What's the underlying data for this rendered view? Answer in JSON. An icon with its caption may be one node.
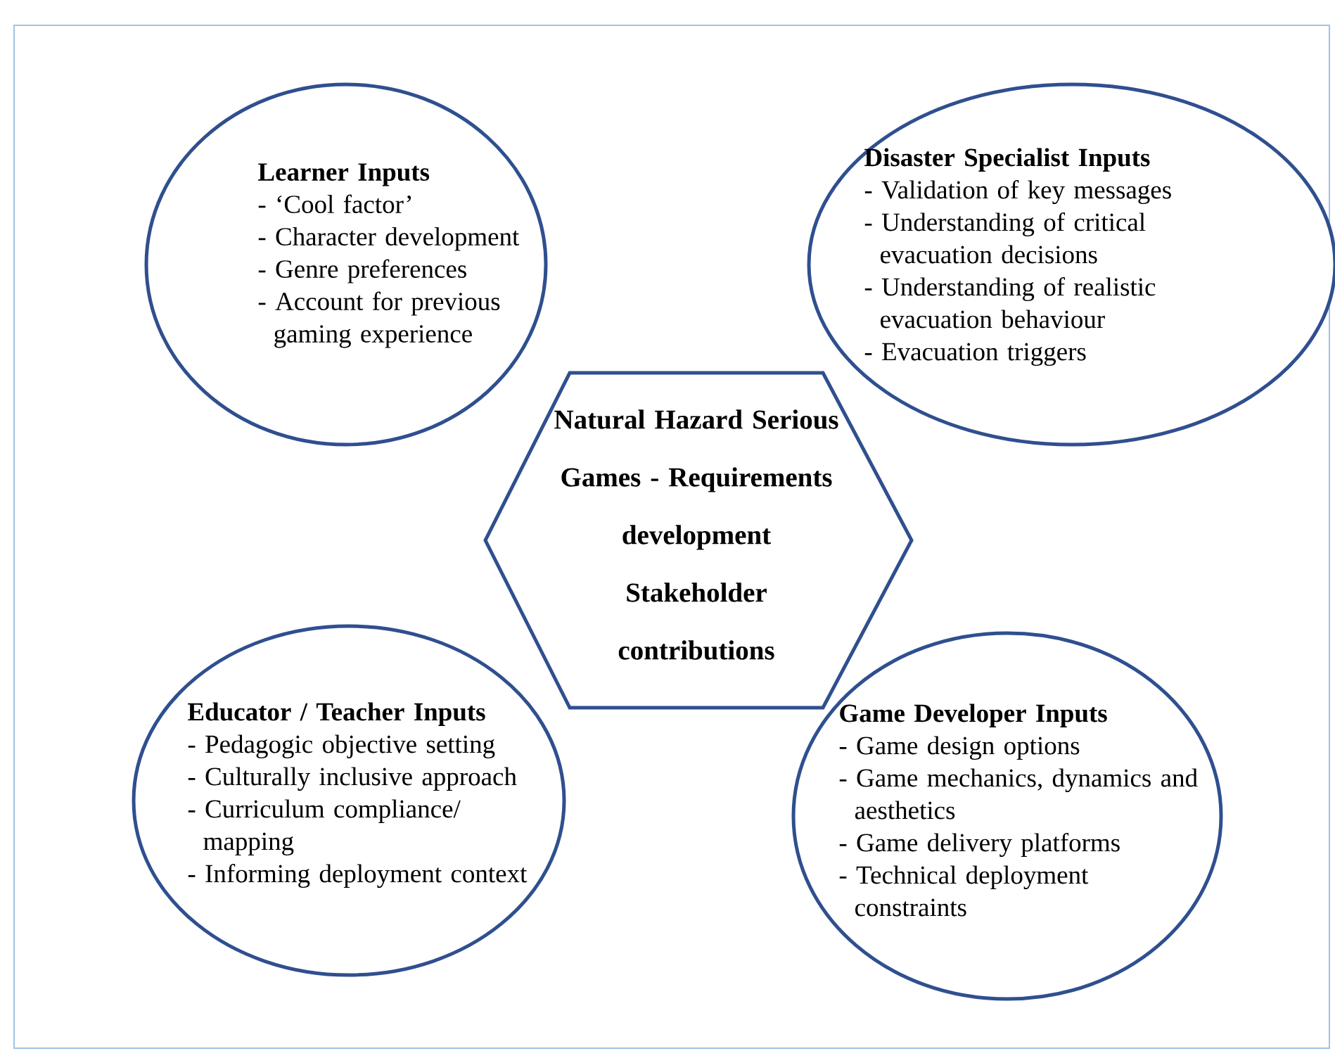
{
  "diagram": {
    "nodes": [
      {
        "text": [
          "Natural Hazard Serious Games - Requirements development Stakeholder contributions"
        ]
      },
      {
        "text": [
          "Learner Inputs",
          "- ‘Cool factor’",
          "- Character development",
          "- Genre preferences",
          "- Account for previous gaming experience"
        ]
      },
      {
        "text": [
          "Disaster Specialist Inputs",
          "- Validation of key messages",
          "- Understanding of critical evacuation decisions",
          "- Understanding of realistic evacuation behaviour",
          "- Evacuation triggers"
        ]
      },
      {
        "text": [
          "Educator / Teacher Inputs",
          "- Pedagogic objective setting",
          "- Culturally inclusive approach",
          "- Curriculum compliance/ mapping",
          "- Informing deployment context"
        ]
      },
      {
        "text": [
          "Game Developer Inputs",
          "- Game design options",
          "- Game mechanics, dynamics and aesthetics",
          "- Game delivery platforms",
          "- Technical deployment constraints"
        ]
      }
    ]
  }
}
